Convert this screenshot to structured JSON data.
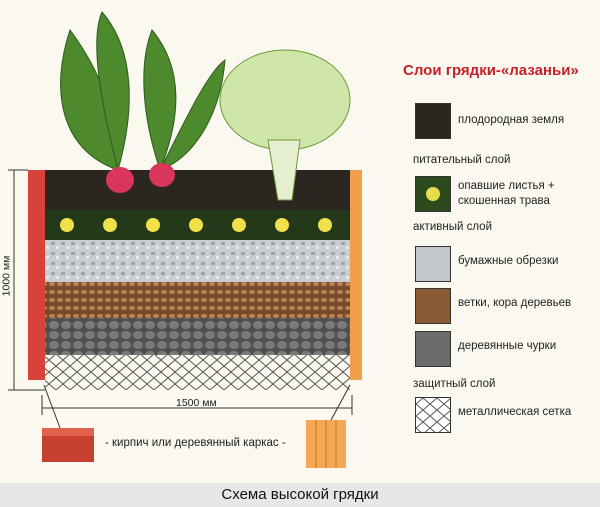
{
  "legend": {
    "title": "Слои грядки-«лазаньи»",
    "items": [
      {
        "label": "плодородная земля",
        "color": "#2b2620"
      },
      {
        "group": "питательный слой"
      },
      {
        "label": "опавшие листья + скошенная трава",
        "line1": "опавшие листья +",
        "line2": "скошенная трава",
        "color": "#2d4a1e"
      },
      {
        "group": "активный слой"
      },
      {
        "label": "бумажные обрезки",
        "color": "#c3c8cc"
      },
      {
        "label": "ветки, кора деревьев",
        "color": "#8a5a34"
      },
      {
        "label": "деревянные чурки",
        "color": "#6b6b6b"
      },
      {
        "group": "защитный слой"
      },
      {
        "label": "металлическая сетка",
        "color": "#ffffff"
      }
    ]
  },
  "dimensions": {
    "height": "1000 мм",
    "width": "1500 мм"
  },
  "frame_note": "- кирпич или деревянный каркас -",
  "caption": "Схема высокой грядки"
}
